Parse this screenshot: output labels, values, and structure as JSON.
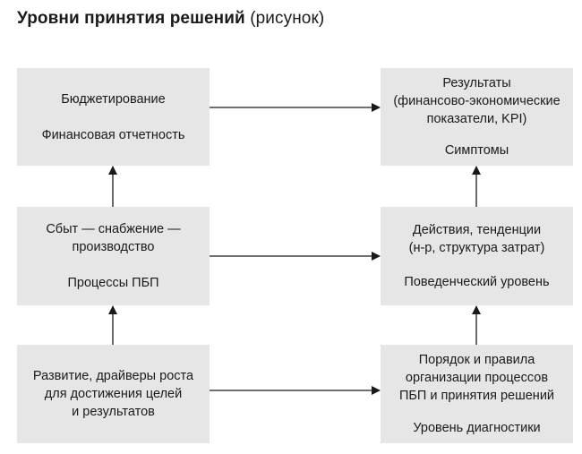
{
  "title": {
    "bold": "Уровни принятия решений",
    "normal": "(рисунок)"
  },
  "boxes": {
    "budget": {
      "line1": "Бюджетирование",
      "line2": "Финансовая отчетность"
    },
    "results": {
      "line1": "Результаты",
      "line2": "(финансово-экономические",
      "line3": "показатели, KPI)",
      "line4": "Симптомы"
    },
    "sales": {
      "line1": "Сбыт — снабжение —",
      "line2": "производство",
      "line3": "Процессы ПБП"
    },
    "actions": {
      "line1": "Действия, тенденции",
      "line2": "(н-р, структура затрат)",
      "line3": "Поведенческий уровень"
    },
    "development": {
      "line1": "Развитие, драйверы роста",
      "line2": "для достижения целей",
      "line3": "и результатов"
    },
    "order": {
      "line1": "Порядок и правила",
      "line2": "организации процессов",
      "line3": "ПБП и принятия решений",
      "line4": "Уровень диагностики"
    }
  }
}
